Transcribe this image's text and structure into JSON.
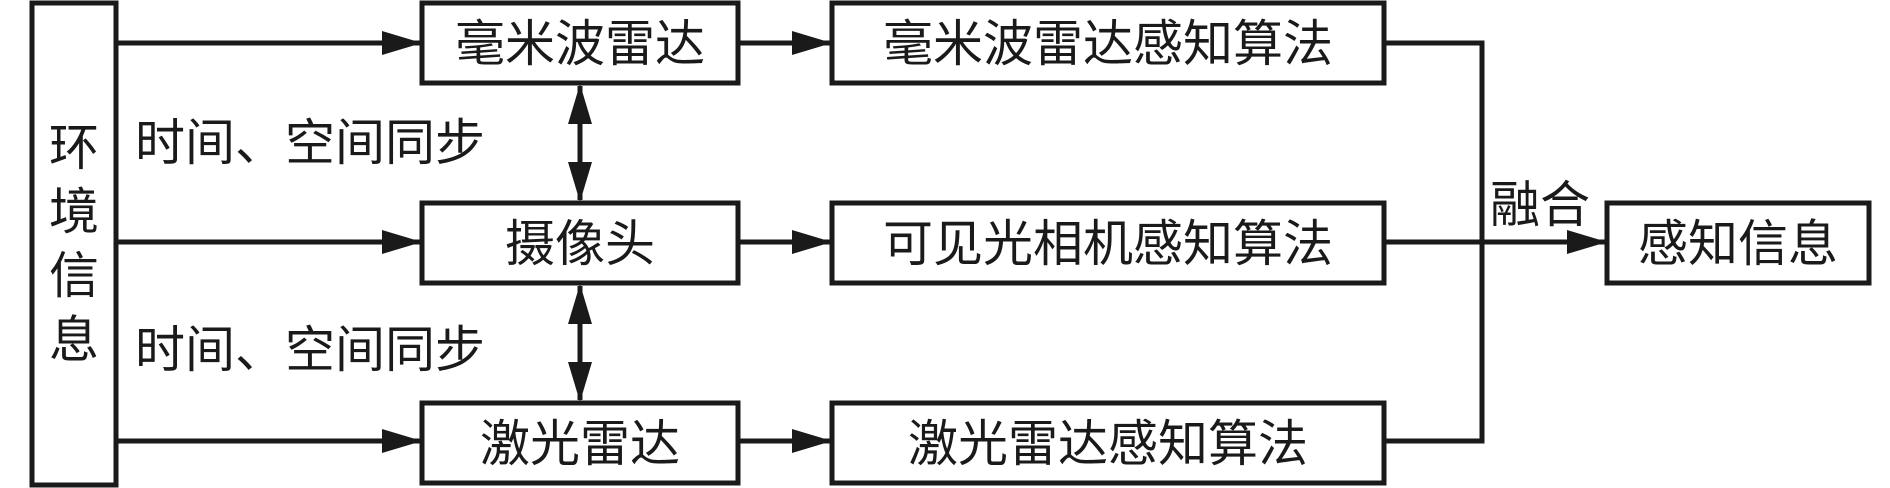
{
  "environment_info": [
    "环",
    "境",
    "信",
    "息"
  ],
  "sensors": {
    "mmwave_radar": "毫米波雷达",
    "camera": "摄像头",
    "lidar": "激光雷达"
  },
  "algorithms": {
    "mmwave_radar": "毫米波雷达感知算法",
    "camera": "可见光相机感知算法",
    "lidar": "激光雷达感知算法"
  },
  "sync_labels": [
    "时间、空间同步",
    "时间、空间同步"
  ],
  "fusion_label": "融合",
  "output": "感知信息"
}
